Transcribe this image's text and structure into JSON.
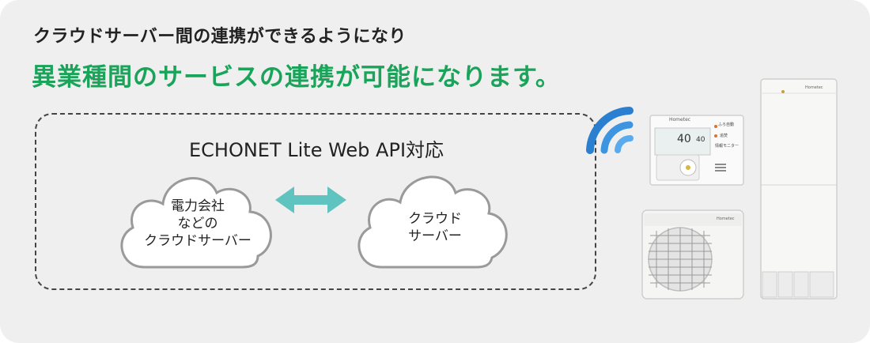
{
  "subheadline": "クラウドサーバー間の連携ができるようになり",
  "headline": "異業種間のサービスの連携が可能になります。",
  "diagram": {
    "title": "ECHONET Lite Web API対応",
    "cloud_left": {
      "line1": "電力会社",
      "line2": "などの",
      "line3": "クラウドサーバー"
    },
    "cloud_right": {
      "line1": "クラウド",
      "line2": "サーバー"
    }
  },
  "remote": {
    "brand": "Hometec",
    "temp1": "40",
    "temp2": "40",
    "menu1": "ふろ自動",
    "menu2": "追焚",
    "menu3": "情報モニター"
  },
  "unit_brand": "Hometec",
  "colors": {
    "headline": "#1aa45a",
    "arrow": "#5fc4c0",
    "wifi": "#2a7fd1",
    "panel_bg": "#efefef"
  }
}
